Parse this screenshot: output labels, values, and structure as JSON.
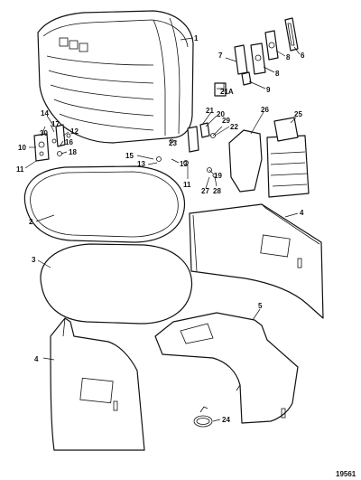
{
  "figure_number": "19561",
  "callouts": {
    "c1": "1",
    "c2": "2",
    "c3": "3",
    "c4a": "4",
    "c4b": "4",
    "c5": "5",
    "c6": "6",
    "c7": "7",
    "c8a": "8",
    "c8b": "8",
    "c9": "9",
    "c10": "10",
    "c11a": "11",
    "c11b": "11",
    "c12": "12",
    "c13a": "13",
    "c13b": "13",
    "c14": "14",
    "c15": "15",
    "c16": "16",
    "c17": "17",
    "c18": "18",
    "c19": "19",
    "c20": "20",
    "c21": "21",
    "c21a": "21A",
    "c22": "22",
    "c23": "23",
    "c24": "24",
    "c25": "25",
    "c26": "26",
    "c27": "27",
    "c28": "28",
    "c29": "29",
    "c30": "30"
  }
}
